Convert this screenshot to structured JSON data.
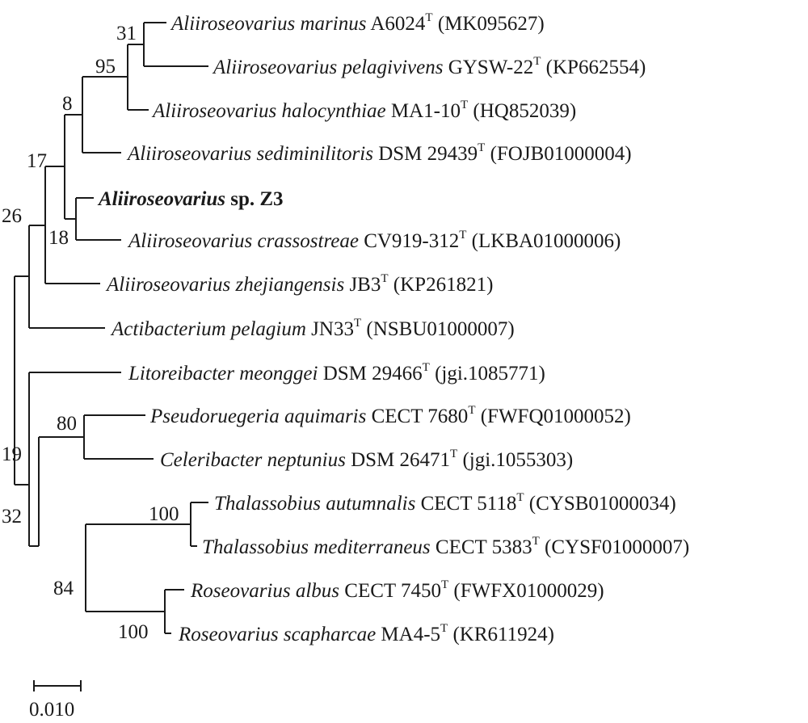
{
  "taxa": [
    {
      "genus_species": "Aliiroseovarius marinus",
      "strain": "A6024",
      "type_mark": "T",
      "accession": "(MK095627)"
    },
    {
      "genus_species": "Aliiroseovarius pelagivivens",
      "strain": "GYSW-22",
      "type_mark": "T",
      "accession": "(KP662554)"
    },
    {
      "genus_species": "Aliiroseovarius halocynthiae",
      "strain": "MA1-10",
      "type_mark": "T",
      "accession": "(HQ852039)"
    },
    {
      "genus_species": "Aliiroseovarius sediminilitoris",
      "strain": "DSM 29439",
      "type_mark": "T",
      "accession": "(FOJB01000004)"
    },
    {
      "genus_species": "Aliiroseovarius",
      "strain": "sp. Z3",
      "type_mark": "",
      "accession": "",
      "highlight": true
    },
    {
      "genus_species": "Aliiroseovarius crassostreae",
      "strain": "CV919-312",
      "type_mark": "T",
      "accession": "(LKBA01000006)"
    },
    {
      "genus_species": "Aliiroseovarius zhejiangensis",
      "strain": "JB3",
      "type_mark": "T",
      "accession": "(KP261821)"
    },
    {
      "genus_species": "Actibacterium pelagium",
      "strain": "JN33",
      "type_mark": "T",
      "accession": "(NSBU01000007)"
    },
    {
      "genus_species": "Litoreibacter meonggei",
      "strain": "DSM 29466",
      "type_mark": "T",
      "accession": "(jgi.1085771)"
    },
    {
      "genus_species": "Pseudoruegeria aquimaris",
      "strain": "CECT 7680",
      "type_mark": "T",
      "accession": "(FWFQ01000052)"
    },
    {
      "genus_species": "Celeribacter neptunius",
      "strain": "DSM 26471",
      "type_mark": "T",
      "accession": "(jgi.1055303)"
    },
    {
      "genus_species": "Thalassobius autumnalis",
      "strain": "CECT 5118",
      "type_mark": "T",
      "accession": "(CYSB01000034)"
    },
    {
      "genus_species": "Thalassobius mediterraneus",
      "strain": "CECT 5383",
      "type_mark": "T",
      "accession": "(CYSF01000007)"
    },
    {
      "genus_species": "Roseovarius albus",
      "strain": "CECT 7450",
      "type_mark": "T",
      "accession": "(FWFX01000029)"
    },
    {
      "genus_species": "Roseovarius scapharcae",
      "strain": "MA4-5",
      "type_mark": "T",
      "accession": "(KR611924)"
    }
  ],
  "bootstrap": [
    "31",
    "95",
    "8",
    "17",
    "26",
    "18",
    "80",
    "19",
    "32",
    "100",
    "84",
    "100"
  ],
  "scale_bar": {
    "label": "0.010"
  },
  "colors": {
    "line": "#1a1a1a",
    "text": "#1a1a1a",
    "background": "#ffffff"
  }
}
